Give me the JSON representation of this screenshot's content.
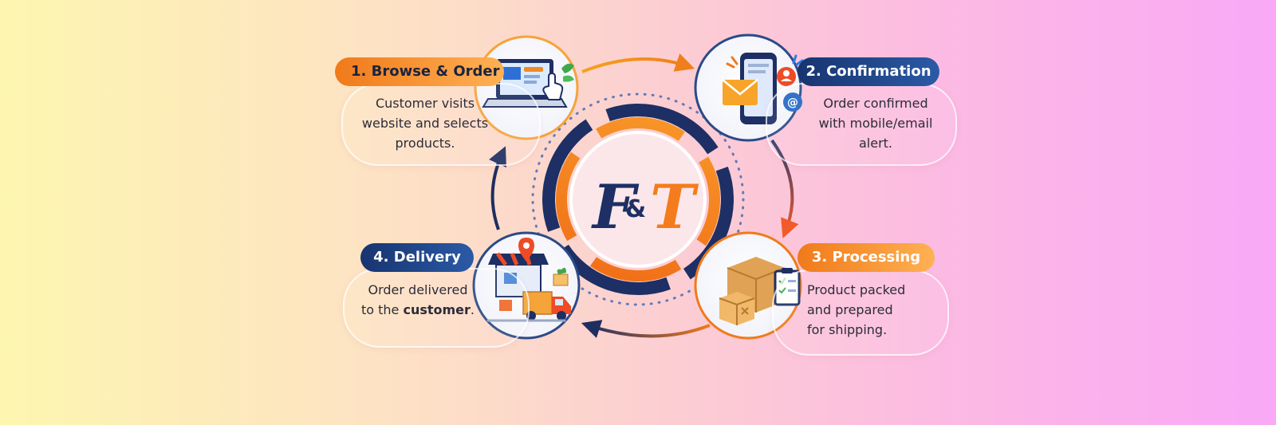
{
  "logo": {
    "text": "F&T",
    "colors": {
      "navy": "#1d2f64",
      "orange": "#f47c1c"
    }
  },
  "steps": [
    {
      "id": 1,
      "title": "1. Browse & Order",
      "lines": [
        "Customer visits",
        "website and selects",
        "products."
      ],
      "icon": "laptop-shopping-icon",
      "accent": "#f47c1c"
    },
    {
      "id": 2,
      "title": "2. Confirmation",
      "lines": [
        "Order confirmed",
        "with mobile/email",
        "alert."
      ],
      "icon": "phone-email-alert-icon",
      "accent": "#1d3f7e"
    },
    {
      "id": 3,
      "title": "3. Processing",
      "lines": [
        "Product packed",
        "and prepared",
        "for shipping."
      ],
      "icon": "packed-boxes-icon",
      "accent": "#f47c1c"
    },
    {
      "id": 4,
      "title": "4. Delivery",
      "lines_prefix": "Order delivered",
      "line2_prefix": "to the ",
      "line2_bold": "customer",
      "line2_suffix": ".",
      "icon": "delivery-truck-store-icon",
      "accent": "#1d3f7e"
    }
  ]
}
